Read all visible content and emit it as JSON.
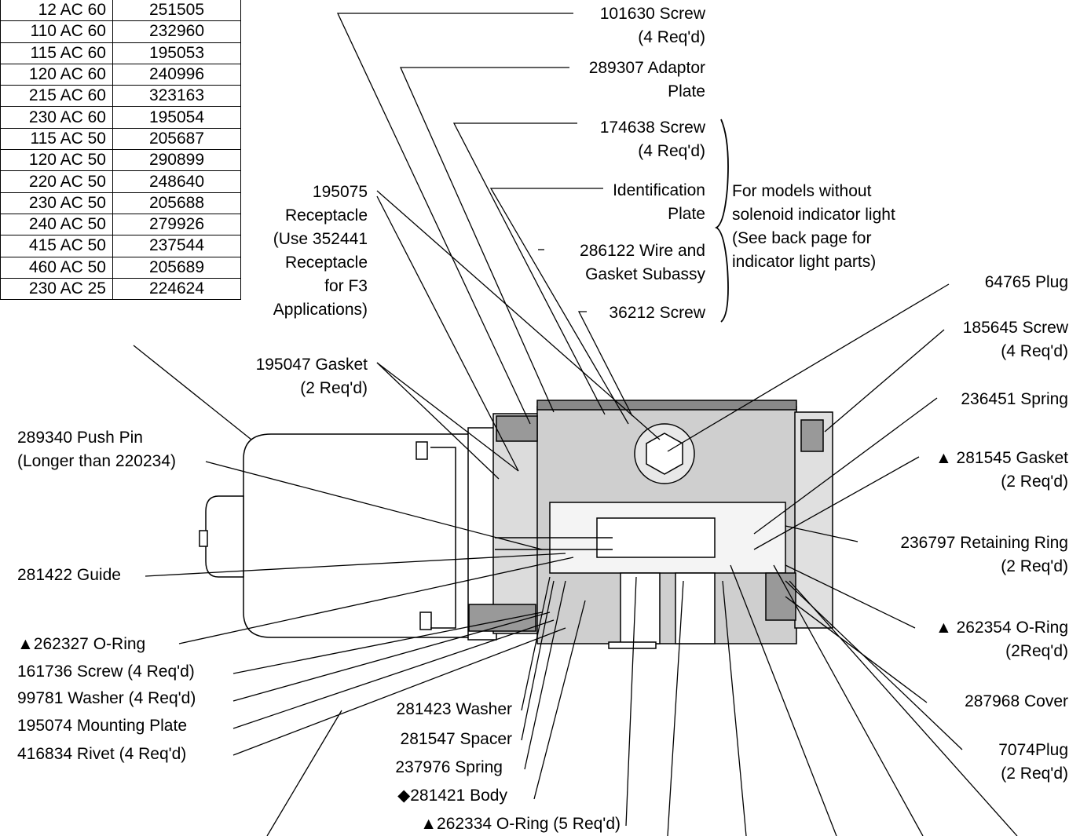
{
  "voltage_table": {
    "rows": [
      {
        "voltage": "12 AC 60",
        "part": "251505"
      },
      {
        "voltage": "110 AC 60",
        "part": "232960"
      },
      {
        "voltage": "115 AC 60",
        "part": "195053"
      },
      {
        "voltage": "120 AC 60",
        "part": "240996"
      },
      {
        "voltage": "215 AC 60",
        "part": "323163"
      },
      {
        "voltage": "230 AC 60",
        "part": "195054"
      },
      {
        "voltage": "115 AC 50",
        "part": "205687"
      },
      {
        "voltage": "120 AC 50",
        "part": "290899"
      },
      {
        "voltage": "220 AC 50",
        "part": "248640"
      },
      {
        "voltage": "230 AC 50",
        "part": "205688"
      },
      {
        "voltage": "240 AC 50",
        "part": "279926"
      },
      {
        "voltage": "415 AC 50",
        "part": "237544"
      },
      {
        "voltage": "460 AC 50",
        "part": "205689"
      },
      {
        "voltage": "230 AC 25",
        "part": "224624"
      }
    ]
  },
  "callouts": {
    "screw_101630": [
      "101630 Screw",
      "(4 Req'd)"
    ],
    "adaptor_plate": [
      "289307 Adaptor",
      "Plate"
    ],
    "screw_174638": [
      "174638 Screw",
      "(4 Req'd)"
    ],
    "identification_plate": [
      "Identification",
      "Plate"
    ],
    "wire_gasket": [
      "286122 Wire and",
      "Gasket Subassy"
    ],
    "screw_36212": [
      "36212 Screw"
    ],
    "brace_note": [
      "For models without",
      "solenoid indicator light",
      "(See back page for",
      "indicator light parts)"
    ],
    "receptacle": [
      "195075",
      "Receptacle",
      "(Use 352441",
      "Receptacle",
      "for F3",
      "Applications)"
    ],
    "gasket_195047": [
      "195047 Gasket",
      "(2 Req'd)"
    ],
    "push_pin": [
      "289340 Push Pin",
      "(Longer than 220234)"
    ],
    "guide": [
      "281422 Guide"
    ],
    "oring_262327": [
      "▲262327 O-Ring"
    ],
    "screw_161736": [
      "161736 Screw (4 Req'd)"
    ],
    "washer_99781": [
      "99781 Washer (4 Req'd)"
    ],
    "mounting_plate": [
      "195074 Mounting Plate"
    ],
    "rivet": [
      "416834 Rivet (4 Req'd)"
    ],
    "washer_281423": [
      "281423 Washer"
    ],
    "spacer": [
      "281547 Spacer"
    ],
    "spring_237976": [
      "237976 Spring"
    ],
    "body": [
      "◆281421 Body"
    ],
    "oring_262334": [
      "▲262334 O-Ring (5 Req'd)"
    ],
    "plug_64765": [
      "64765 Plug"
    ],
    "screw_185645": [
      "185645 Screw",
      "(4 Req'd)"
    ],
    "spring_236451": [
      "236451 Spring"
    ],
    "gasket_281545": [
      "▲ 281545 Gasket",
      "(2 Req'd)"
    ],
    "retaining_ring": [
      "236797 Retaining Ring",
      "(2 Req'd)"
    ],
    "oring_262354": [
      "▲ 262354 O-Ring",
      "(2Req'd)"
    ],
    "cover": [
      "287968 Cover"
    ],
    "plug_7074": [
      "7074Plug",
      "(2 Req'd)"
    ]
  }
}
